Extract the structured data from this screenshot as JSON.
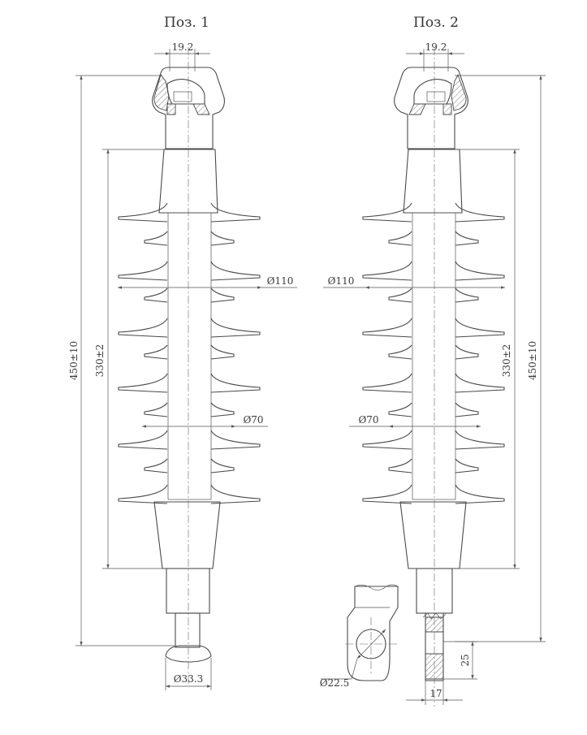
{
  "views": [
    {
      "title": "Поз. 1",
      "labels": {
        "eye_width": "19.2",
        "shed_large_dia": "Ø110",
        "shed_small_dia": "Ø70",
        "overall_length": "450±10",
        "insulation_length": "330±2",
        "ball_dia": "Ø33.3"
      }
    },
    {
      "title": "Поз. 2",
      "labels": {
        "eye_width": "19.2",
        "shed_large_dia": "Ø110",
        "shed_small_dia": "Ø70",
        "overall_length": "450±10",
        "insulation_length": "330±2",
        "hole_dia": "Ø22.5",
        "tongue_width": "17",
        "hole_offset": "25"
      }
    }
  ]
}
